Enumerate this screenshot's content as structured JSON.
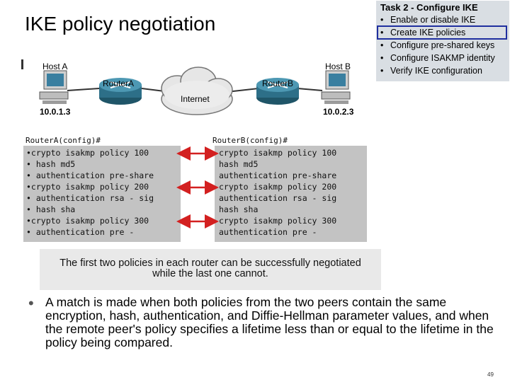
{
  "title": "IKE policy negotiation",
  "task": {
    "title": "Task 2 - Configure IKE",
    "items": [
      "Enable or disable IKE",
      "Create IKE policies",
      "Configure pre-shared keys",
      "Configure ISAKMP identity",
      "Verify IKE configuration"
    ],
    "highlighted_index": 1,
    "bullet": "•"
  },
  "topology": {
    "host_a": "Host A",
    "host_b": "Host B",
    "router_a": "RouterA",
    "router_b": "RouterB",
    "cloud": "Internet",
    "ip_a": "10.0.1.3",
    "ip_b": "10.0.2.3"
  },
  "config_a": {
    "prompt": "RouterA(config)#",
    "lines": [
      "•crypto isakmp policy 100",
      "•  hash md5",
      "•  authentication pre-share",
      "•crypto isakmp policy 200",
      "•  authentication rsa - sig",
      "•  hash sha",
      "•crypto isakmp policy 300",
      "•  authentication pre -"
    ]
  },
  "config_b": {
    "prompt": "RouterB(config)#",
    "lines": [
      "crypto isakmp policy 100",
      "  hash md5",
      "  authentication pre-share",
      "crypto isakmp policy 200",
      "  authentication rsa - sig",
      "  hash sha",
      "crypto isakmp policy 300",
      "  authentication pre -"
    ]
  },
  "caption": {
    "line1": "The first two policies in each router can be successfully negotiated",
    "line2": "while the last one cannot."
  },
  "body": {
    "bullet": "•",
    "text": "A match is made when both policies from the two peers contain the same encryption, hash, authentication, and Diffie-Hellman parameter values, and when the remote peer's policy specifies a lifetime less than or equal to the lifetime in the policy being compared."
  },
  "page_number": "49",
  "colors": {
    "arrow": "#d32020",
    "highlight": "#1f2f9f",
    "task_bg": "#d9dee3",
    "config_bg": "#c3c3c3",
    "router": "#2d6f88"
  }
}
